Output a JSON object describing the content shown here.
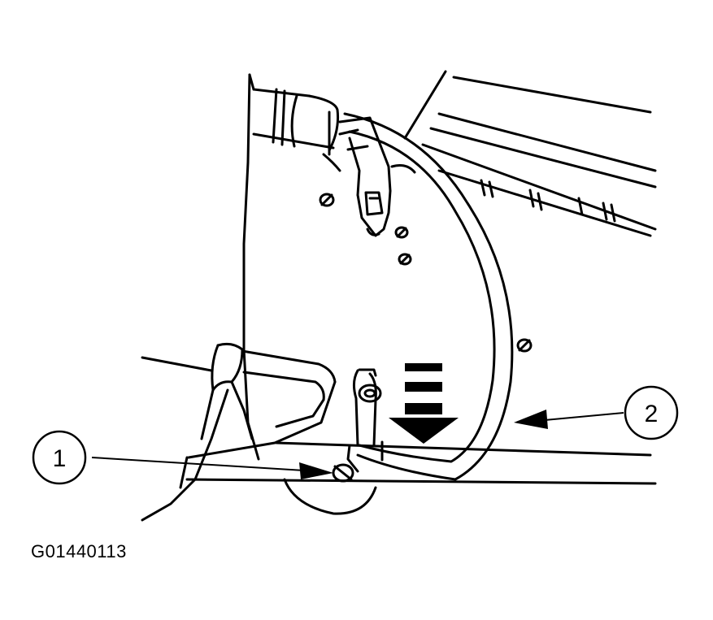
{
  "callouts": [
    {
      "label": "1"
    },
    {
      "label": "2"
    }
  ],
  "figure_id": "G01440113",
  "colors": {
    "ink": "#000000",
    "paper": "#ffffff"
  }
}
